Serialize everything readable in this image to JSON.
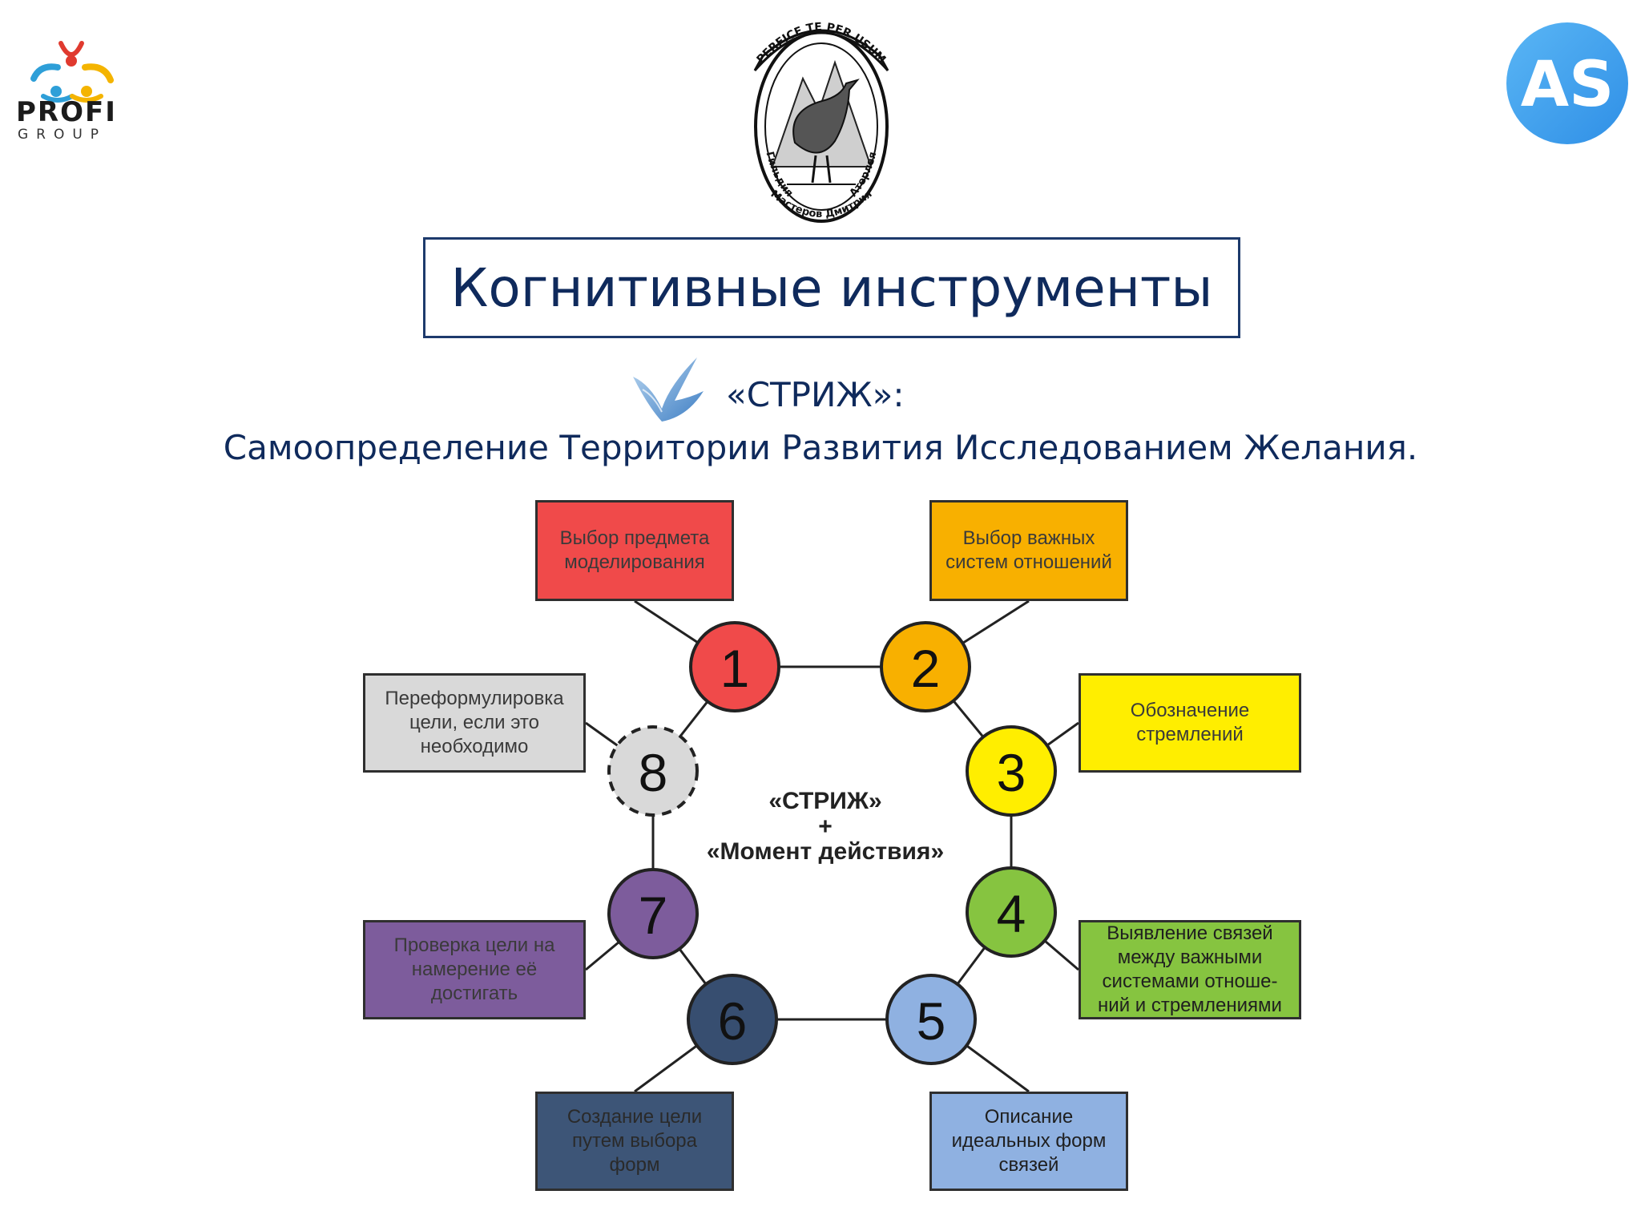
{
  "logos": {
    "profi_name": "PROFI",
    "profi_sub": "GROUP",
    "as_text": "AS",
    "emblem_motto": "PERFICE TE PER USUM",
    "emblem_ribbon_left": "Гильдия",
    "emblem_ribbon_bottom": "Мастеров Дмитрия",
    "emblem_ribbon_right": "Атерлея"
  },
  "title": "Когнитивные инструменты",
  "subtitle_line1": "«СТРИЖ»:",
  "subtitle_line2": "Самоопределение Территории Развития Исследованием Желания.",
  "diagram": {
    "center_line1": "«СТРИЖ»",
    "center_plus": "+",
    "center_line2": "«Момент действия»",
    "steps": [
      {
        "num": "1",
        "color": "#f04a4a",
        "box_color": "#f04a4a",
        "text": "Выбор предмета\nмоделирования"
      },
      {
        "num": "2",
        "color": "#f8b000",
        "box_color": "#f8b000",
        "text": "Выбор важных\nсистем отношений"
      },
      {
        "num": "3",
        "color": "#ffee00",
        "box_color": "#ffee00",
        "text": "Обозначение\nстремлений"
      },
      {
        "num": "4",
        "color": "#86c440",
        "box_color": "#86c440",
        "text": "Выявление связей\nмежду важными\nсистемами отноше-\nний и стремлениями"
      },
      {
        "num": "5",
        "color": "#8fb1e1",
        "box_color": "#8fb1e1",
        "text": "Описание\nидеальных форм\nсвязей"
      },
      {
        "num": "6",
        "color": "#374e70",
        "box_color": "#3d5577",
        "text": "Создание цели\nпутем выбора\nформ"
      },
      {
        "num": "7",
        "color": "#7d5c9c",
        "box_color": "#7d5c9c",
        "text": "Проверка цели на\nнамерение её\nдостигать"
      },
      {
        "num": "8",
        "color": "#d9d9d9",
        "box_color": "#d9d9d9",
        "text": "Переформулировка\nцели, если это\nнеобходимо"
      }
    ]
  }
}
